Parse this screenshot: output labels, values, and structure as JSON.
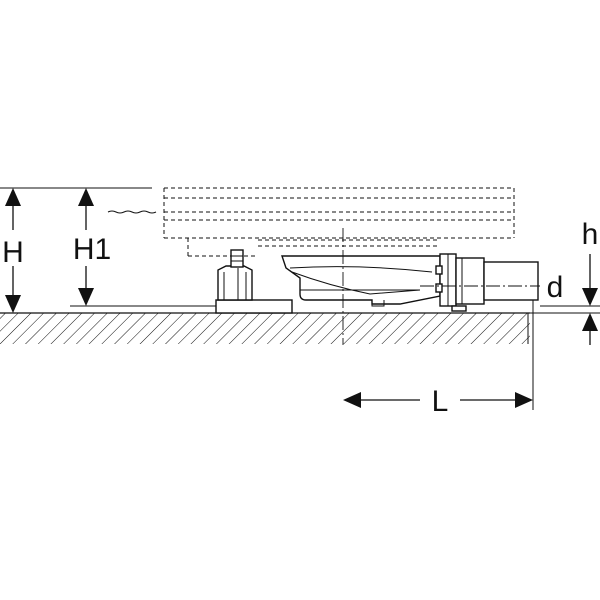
{
  "labels": {
    "H": "H",
    "H1": "H1",
    "h": "h",
    "d": "d",
    "L": "L"
  }
}
